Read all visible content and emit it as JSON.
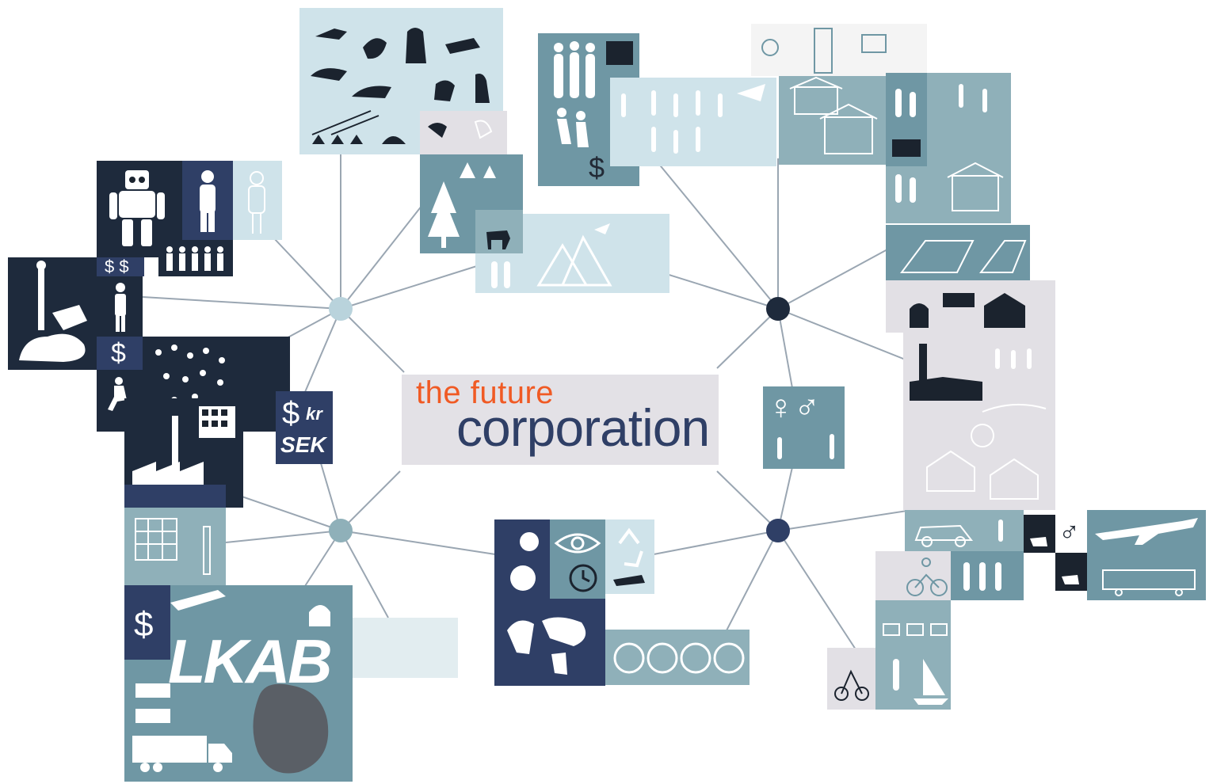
{
  "diagram": {
    "title_small": "the future",
    "title_large": "corporation",
    "currency_symbol": "$",
    "currency_kr": "kr",
    "currency_sek": "SEK",
    "gender_symbols": "♀♂",
    "brand_text": "LKAB",
    "dollar": "$",
    "dollar_pair": "$ $",
    "male_symbol": "♂",
    "colors": {
      "title_accent": "#f05a24",
      "title_main": "#2f3f66",
      "navy": "#2f3f66",
      "teal": "#6f97a4",
      "pale": "#cfe3ea",
      "hub_light": "#b9d3dc",
      "hub_dark": "#1e2a3c",
      "hub_navy": "#2f3f66",
      "connector": "#9aa6b2"
    },
    "hubs": [
      {
        "id": "hub-top-left",
        "color": "light"
      },
      {
        "id": "hub-top-right",
        "color": "dark"
      },
      {
        "id": "hub-bottom-left",
        "color": "teal"
      },
      {
        "id": "hub-bottom-right",
        "color": "navy"
      }
    ],
    "icon_clusters": [
      "robot-worker-icons",
      "mining-machine-icons",
      "industry-factory-icons",
      "ore-transport-icons",
      "wildlife-icons",
      "forest-reindeer-icons",
      "mountain-icons",
      "people-crowd-icons",
      "people-commute-icons",
      "city-buildings-icons",
      "housing-icons",
      "barn-rural-icons",
      "church-town-icons",
      "vehicle-travel-icons",
      "leisure-icons",
      "global-world-icons"
    ]
  }
}
